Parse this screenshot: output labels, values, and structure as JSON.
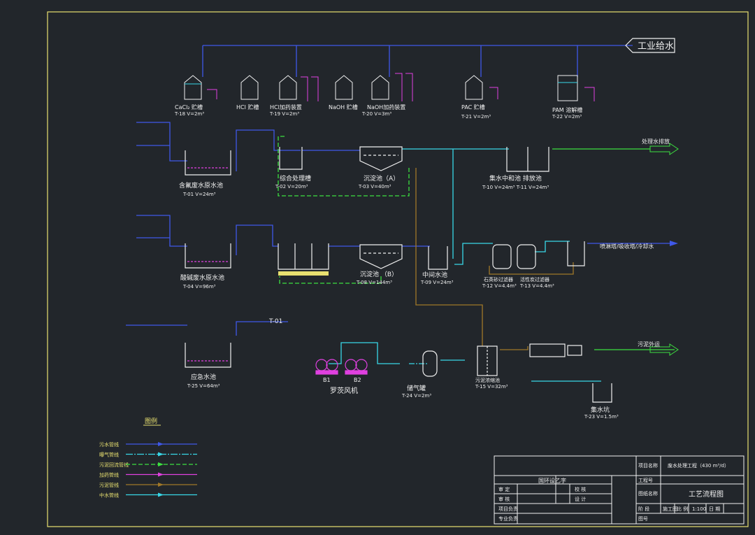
{
  "supply_label": "工业给水",
  "tanks": {
    "t18": {
      "name": "CaCl₂ 贮槽",
      "spec": "T-18    V=2m³"
    },
    "hcl": {
      "name": "HCl  贮槽"
    },
    "t19": {
      "name": "HCl加药装置",
      "spec": "T-19    V=2m³"
    },
    "naoh": {
      "name": "NaOH 贮槽"
    },
    "t20": {
      "name": "NaOH加药装置",
      "spec": "T-20    V=3m³"
    },
    "t21": {
      "name": "PAC  贮槽",
      "spec": "T-21  V=2m³"
    },
    "t22": {
      "name": "PAM 溶解槽",
      "spec": "T-22    V=2m³"
    },
    "t01": {
      "name": "含氟废水原水池",
      "spec": "T-01    V=24m³"
    },
    "t02": {
      "name": "综合处理槽",
      "spec": "T-02  V=20m³"
    },
    "t03": {
      "name": "沉淀池（A）",
      "spec": "T-03    V=40m³"
    },
    "t10": {
      "name": "集水中和池  排放池",
      "spec": "T-10    V=24m³  T-11    V=24m³"
    },
    "t04": {
      "name": "酸碱废水原水池",
      "spec": "T-04    V=96m³"
    },
    "t08": {
      "name": "沉淀池  （B）",
      "spec": "T-08    V=144m³"
    },
    "t09": {
      "name": "中间水池",
      "spec": "T-09      V=24m³"
    },
    "t12": {
      "name": "石英砂过滤器",
      "spec": "T-12    V=4.4m³"
    },
    "t13": {
      "name": "活性炭过滤器",
      "spec": "T-13    V=4.4m³"
    },
    "t25": {
      "name": "应急水池",
      "spec": "T-25    V=64m³"
    },
    "t24": {
      "name": "储气罐",
      "spec": "T-24    V=2m³"
    },
    "t15": {
      "name": "污泥浓缩池",
      "spec": "T-15    V=32m³"
    },
    "t23": {
      "name": "集水坑",
      "spec": "T-23    V=1.5m³"
    }
  },
  "blowers": {
    "b1": "B1",
    "b2": "B2",
    "label": "罗茨风机"
  },
  "arrows": {
    "treated": "处理水排放",
    "reuse": "喷淋塔/吸收塔/冷却水",
    "sludge": "污泥外运",
    "to_t01": "T-01"
  },
  "legend": {
    "title": "图例",
    "items": [
      {
        "label": "污水管线",
        "color": "#3f58e8"
      },
      {
        "label": "曝气管线",
        "color": "#38d8e8"
      },
      {
        "label": "污泥回流管线",
        "color": "#3ce040"
      },
      {
        "label": "加药管线",
        "color": "#e040e0"
      },
      {
        "label": "污泥管线",
        "color": "#a07828"
      },
      {
        "label": "中水管线",
        "color": "#38d8e8"
      }
    ]
  },
  "title_block": {
    "project_label": "项目名称",
    "project_name": "废水处理工程（430 m³/d）",
    "drawing_no_label": "工程号",
    "drawing_name_label": "图纸名称",
    "drawing_name": "工艺流程图",
    "sheet_label": "图号",
    "company": "国环设乙字",
    "stage_label": "阶 段",
    "stage": "施工图",
    "scale_label": "比 例",
    "scale": "1:100",
    "date_label": "日 期",
    "rows": [
      {
        "a": "审 定",
        "b": "校 核"
      },
      {
        "a": "审 核",
        "b": "设 计"
      },
      {
        "a": "项目负责",
        "b": ""
      },
      {
        "a": "专业负责",
        "b": ""
      }
    ]
  },
  "colors": {
    "background": "#22262b",
    "border": "#e8e070",
    "sewage": "#3f58e8",
    "air": "#38d8e8",
    "sludge_return": "#3ce040",
    "dosing": "#e040e0",
    "sludge": "#a07828",
    "text": "#f0f0f0"
  }
}
